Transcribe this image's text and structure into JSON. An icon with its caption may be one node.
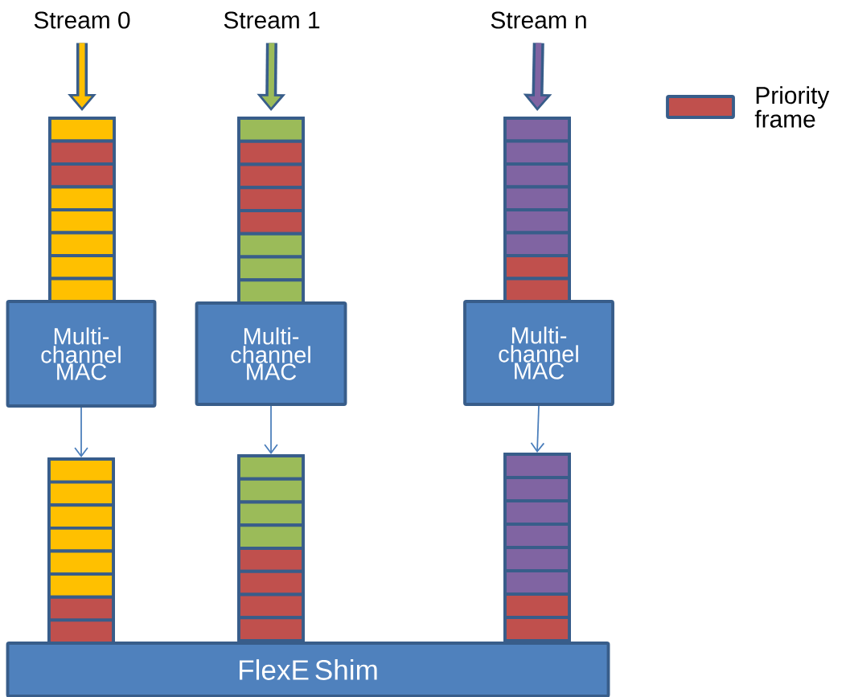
{
  "diagram": {
    "nodes": [
      {
        "text": [
          "Stream 0"
        ]
      },
      {
        "text": [
          "Stream 1"
        ]
      },
      {
        "text": [
          "Stream n"
        ]
      },
      {
        "text": [],
        "shape": "box"
      },
      {
        "text": [],
        "shape": "box"
      },
      {
        "text": [],
        "shape": "box"
      },
      {
        "text": [
          "Multi-channel MAC"
        ]
      },
      {
        "text": [
          "Multi-channel MAC"
        ]
      },
      {
        "text": [
          "Multi-channel MAC"
        ]
      },
      {
        "text": [],
        "shape": "box"
      },
      {
        "text": [],
        "shape": "box"
      },
      {
        "text": [],
        "shape": "box"
      },
      {
        "text": [
          "FlexE Shim"
        ]
      }
    ],
    "edges": [
      {
        "from": 0,
        "to": 3,
        "arrow": "to",
        "style": "thick",
        "color": "#ffc000"
      },
      {
        "from": 1,
        "to": 4,
        "arrow": "to",
        "style": "thick",
        "color": "#9bbb59"
      },
      {
        "from": 2,
        "to": 5,
        "arrow": "to",
        "style": "thick",
        "color": "#8064a2"
      },
      {
        "from": 6,
        "to": 9,
        "arrow": "to"
      },
      {
        "from": 7,
        "to": 10,
        "arrow": "to"
      },
      {
        "from": 8,
        "to": 11,
        "arrow": "to"
      }
    ],
    "legend": [
      {
        "text": "Priority frame",
        "color": "#c0504d"
      }
    ]
  }
}
